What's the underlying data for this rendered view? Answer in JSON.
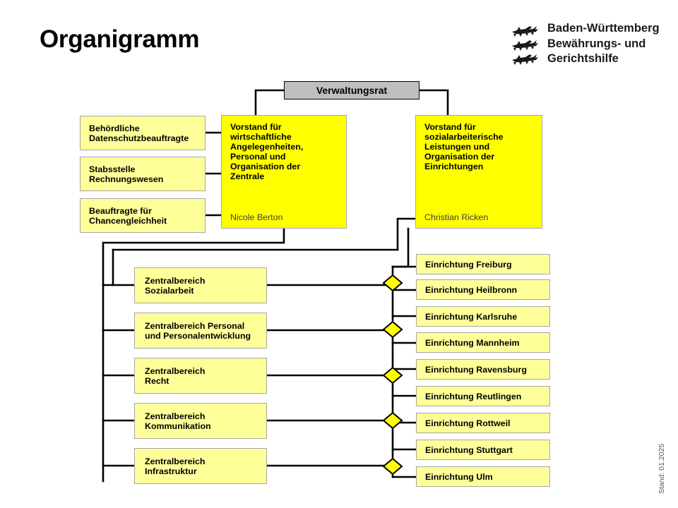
{
  "page": {
    "title": "Organigramm",
    "revision_note": "Stand: 01.2025"
  },
  "logo": {
    "line1": "Baden-Württemberg",
    "line2": "Bewährungs- und",
    "line3": "Gerichtshilfe",
    "icon": "three-lions-crest"
  },
  "colors": {
    "board_yellow": "#ffff00",
    "unit_light_yellow": "#ffff99",
    "council_gray": "#bfbfbf",
    "border_gray": "#a6a6a6",
    "connector_black": "#000000",
    "person_text": "#3f3f3f"
  },
  "council": {
    "label": "Verwaltungsrat"
  },
  "staff_units": [
    {
      "label": "Behördliche\nDatenschutzbeauftragte"
    },
    {
      "label": "Stabsstelle\nRechnungswesen"
    },
    {
      "label": "Beauftragte für\nChancengleichheit"
    }
  ],
  "board": [
    {
      "title": "Vorstand für\nwirtschaftliche\nAngelegenheiten,\nPersonal und\nOrganisation der\nZentrale",
      "person": "Nicole Berton"
    },
    {
      "title": "Vorstand für\nsozialarbeiterische\nLeistungen und\nOrganisation der\nEinrichtungen",
      "person": "Christian Ricken"
    }
  ],
  "central_areas": [
    {
      "label": "Zentralbereich\nSozialarbeit"
    },
    {
      "label": "Zentralbereich Personal\nund Personalentwicklung"
    },
    {
      "label": "Zentralbereich\nRecht"
    },
    {
      "label": "Zentralbereich\nKommunikation"
    },
    {
      "label": "Zentralbereich\nInfrastruktur"
    }
  ],
  "facilities": [
    {
      "label": "Einrichtung Freiburg"
    },
    {
      "label": "Einrichtung Heilbronn"
    },
    {
      "label": "Einrichtung Karlsruhe"
    },
    {
      "label": "Einrichtung Mannheim"
    },
    {
      "label": "Einrichtung Ravensburg"
    },
    {
      "label": "Einrichtung Reutlingen"
    },
    {
      "label": "Einrichtung Rottweil"
    },
    {
      "label": "Einrichtung Stuttgart"
    },
    {
      "label": "Einrichtung Ulm"
    }
  ]
}
